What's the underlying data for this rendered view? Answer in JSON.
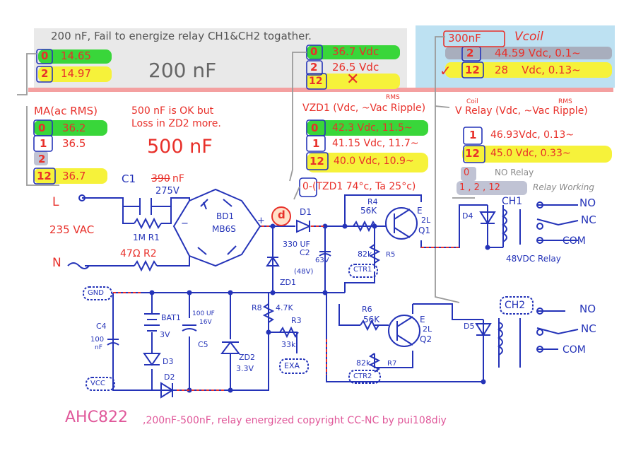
{
  "top_left_box": {
    "title": "200 nF, Fail to energize relay CH1&CH2 togather.",
    "big_label": "200 nF",
    "rows": [
      {
        "ch": "0",
        "val": "14.65"
      },
      {
        "ch": "2",
        "val": "14.97"
      }
    ]
  },
  "top_mid_box": {
    "rows": [
      {
        "ch": "0",
        "val": "36.7 Vdc"
      },
      {
        "ch": "2",
        "val": "26.5 Vdc"
      },
      {
        "ch": "12",
        "val": "✕"
      }
    ]
  },
  "top_right_box": {
    "cap": "300nF",
    "vcoil": "Vcoil",
    "check": "✓",
    "rows": [
      {
        "ch": "2",
        "val": "44.59 Vdc, 0.1~"
      },
      {
        "ch": "12",
        "val": "28    Vdc, 0.13~"
      }
    ]
  },
  "ma_table": {
    "title": "MA(ac RMS)",
    "rows": [
      {
        "ch": "0",
        "val": "36.2"
      },
      {
        "ch": "1",
        "val": "36.5"
      },
      {
        "ch": "2",
        "val": ""
      },
      {
        "ch": "12",
        "val": "36.7"
      }
    ]
  },
  "note_500": {
    "line1": "500 nF is OK but",
    "line2": "Loss in ZD2 more.",
    "big_label": "500 nF"
  },
  "vzd1_table": {
    "title": "VZD1 (Vdc, ~Vac Ripple)",
    "rms_note": "RMS",
    "rows": [
      {
        "ch": "0",
        "val": "42.3 Vdc, 11.5~"
      },
      {
        "ch": "1",
        "val": "41.15 Vdc, 11.7~"
      },
      {
        "ch": "12",
        "val": "40.0 Vdc, 10.9~"
      }
    ],
    "temp_note": "0-(TZD1 74°c, Ta 25°c)"
  },
  "vrelay_table": {
    "title": "V Relay (Vdc, ~Vac Ripple)",
    "coil_note": "Coil",
    "rms_note": "RMS",
    "rows": [
      {
        "ch": "1",
        "val": "46.93Vdc, 0.13~"
      },
      {
        "ch": "12",
        "val": "45.0 Vdc, 0.33~"
      }
    ],
    "no_relay": {
      "ch": "0",
      "text": "NO Relay"
    },
    "working": {
      "ch": "1 , 2 , 12",
      "text": "Relay Working"
    }
  },
  "circuit": {
    "c1": "C1",
    "c1_old": "390",
    "c1_new": "nF",
    "c1_v": "275V",
    "r1": "1M R1",
    "r2": "47Ω R2",
    "l": "L",
    "n": "N",
    "vac": "235 VAC",
    "bd1": "BD1",
    "bd1_part": "MB6S",
    "plus": "+",
    "minus": "−",
    "node_d": "d",
    "d1": "D1",
    "c2_val": "330 UF",
    "c2_v": "63V",
    "c2": "C2",
    "zd1_v": "(48V)",
    "zd1": "ZD1",
    "r4": "R4",
    "r4_val": "56K",
    "q1": "Q1",
    "q_e": "E",
    "q_2l": "2L",
    "r5_val": "82k",
    "r5": "R5",
    "ctr1": "CTR1",
    "d4": "D4",
    "ch1": "CH1",
    "no": "NO",
    "nc": "NC",
    "com": "COM",
    "relay": "48VDC Relay",
    "gnd": "GND",
    "vcc": "VCC",
    "c4": "C4",
    "c4_val": "100",
    "c4_unit": "nF",
    "bat1": "BAT1",
    "bat1_v": "3V",
    "d3": "D3",
    "d2": "D2",
    "c5_val": "100 UF",
    "c5_v": "16V",
    "c5": "C5",
    "zd2": "ZD2",
    "zd2_v": "3.3V",
    "r8": "R8",
    "r8_val": "4.7K",
    "r3": "R3",
    "r3_val": "33k",
    "exa": "EXA",
    "r6": "R6",
    "r6_val": "56K",
    "q2": "Q2",
    "r7_val": "82k",
    "r7": "R7",
    "ctr2": "CTR2",
    "d5": "D5",
    "ch2": "CH2"
  },
  "footer": {
    "brand": "AHC822",
    "text": ",200nF-500nF, relay energized copyright CC-NC by pui108diy"
  },
  "colors": {
    "ink_blue": "#2433b8",
    "ink_red": "#e8302a",
    "hl_green": "#39d63a",
    "hl_yellow": "#f6f23a",
    "box_gray": "#e9e9e9",
    "box_blue": "#bde1f2",
    "divider_pink": "#f4a0a0",
    "footer_pink": "#e0589a"
  }
}
